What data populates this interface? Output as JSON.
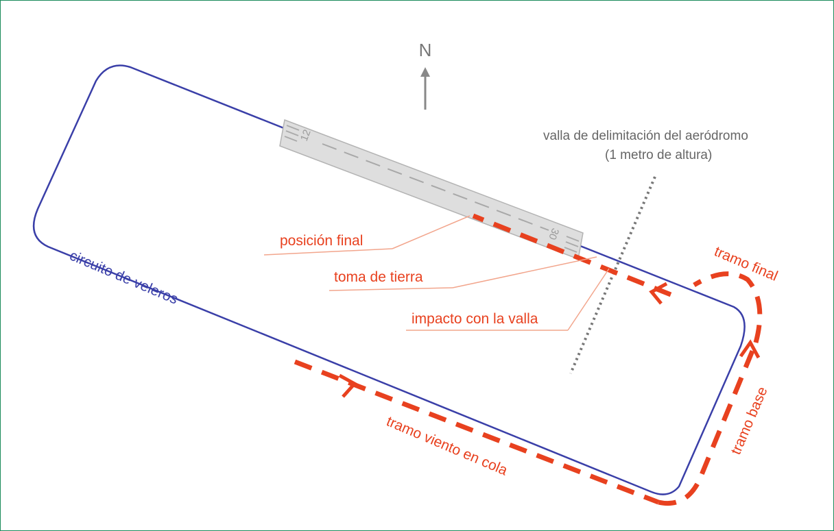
{
  "diagram": {
    "north_label": "N",
    "fence_label_line1": "valla de delimitación del aeródromo",
    "fence_label_line2": "(1 metro de altura)",
    "circuit_label": "circuito de veleros",
    "final_position_label": "posición final",
    "touchdown_label": "toma de tierra",
    "fence_impact_label": "impacto con la valla",
    "final_leg_label": "tramo final",
    "base_leg_label": "tramo base",
    "downwind_leg_label": "tramo viento en cola",
    "runway_numbers": [
      "12",
      "30"
    ],
    "colors": {
      "circuit": "#3a3fa8",
      "flight_path": "#e8411f",
      "runway": "#dcdcdc",
      "fence": "#777777",
      "border": "#1a8a5a"
    }
  }
}
